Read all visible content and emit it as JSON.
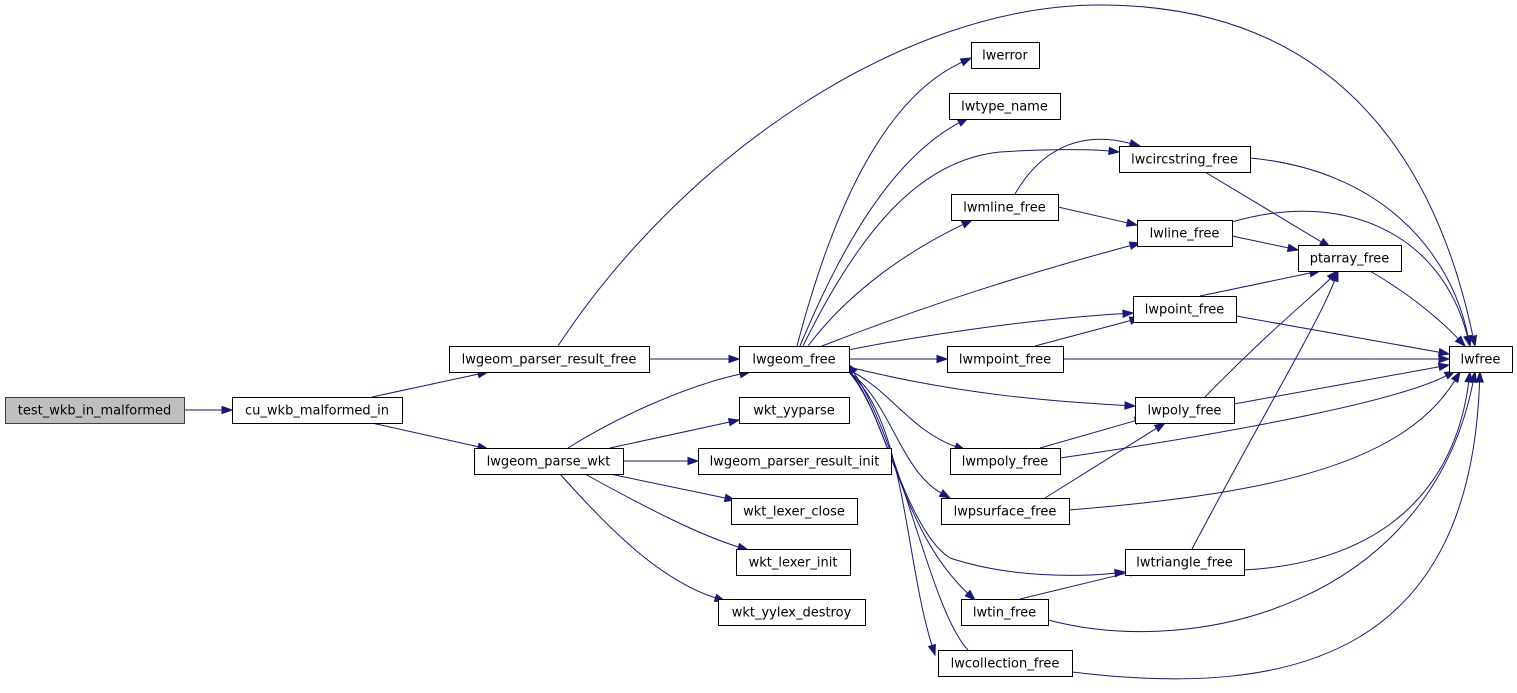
{
  "graph": {
    "nodes": [
      {
        "id": "test_wkb_in_malformed",
        "label": "test_wkb_in_malformed",
        "root": true
      },
      {
        "id": "cu_wkb_malformed_in",
        "label": "cu_wkb_malformed_in"
      },
      {
        "id": "lwgeom_parser_result_free",
        "label": "lwgeom_parser_result_free"
      },
      {
        "id": "lwgeom_parse_wkt",
        "label": "lwgeom_parse_wkt"
      },
      {
        "id": "lwgeom_free",
        "label": "lwgeom_free"
      },
      {
        "id": "wkt_yyparse",
        "label": "wkt_yyparse"
      },
      {
        "id": "lwgeom_parser_result_init",
        "label": "lwgeom_parser_result_init"
      },
      {
        "id": "wkt_lexer_close",
        "label": "wkt_lexer_close"
      },
      {
        "id": "wkt_lexer_init",
        "label": "wkt_lexer_init"
      },
      {
        "id": "wkt_yylex_destroy",
        "label": "wkt_yylex_destroy"
      },
      {
        "id": "lwerror",
        "label": "lwerror"
      },
      {
        "id": "lwtype_name",
        "label": "lwtype_name"
      },
      {
        "id": "lwmline_free",
        "label": "lwmline_free"
      },
      {
        "id": "lwmpoint_free",
        "label": "lwmpoint_free"
      },
      {
        "id": "lwmpoly_free",
        "label": "lwmpoly_free"
      },
      {
        "id": "lwpsurface_free",
        "label": "lwpsurface_free"
      },
      {
        "id": "lwtin_free",
        "label": "lwtin_free"
      },
      {
        "id": "lwcollection_free",
        "label": "lwcollection_free"
      },
      {
        "id": "lwcircstring_free",
        "label": "lwcircstring_free"
      },
      {
        "id": "lwline_free",
        "label": "lwline_free"
      },
      {
        "id": "lwpoint_free",
        "label": "lwpoint_free"
      },
      {
        "id": "lwpoly_free",
        "label": "lwpoly_free"
      },
      {
        "id": "lwtriangle_free",
        "label": "lwtriangle_free"
      },
      {
        "id": "ptarray_free",
        "label": "ptarray_free"
      },
      {
        "id": "lwfree",
        "label": "lwfree"
      }
    ],
    "edges": [
      [
        "test_wkb_in_malformed",
        "cu_wkb_malformed_in"
      ],
      [
        "cu_wkb_malformed_in",
        "lwgeom_parser_result_free"
      ],
      [
        "cu_wkb_malformed_in",
        "lwgeom_parse_wkt"
      ],
      [
        "lwgeom_parser_result_free",
        "lwgeom_free"
      ],
      [
        "lwgeom_parser_result_free",
        "lwfree"
      ],
      [
        "lwgeom_parse_wkt",
        "lwgeom_free"
      ],
      [
        "lwgeom_parse_wkt",
        "wkt_yyparse"
      ],
      [
        "lwgeom_parse_wkt",
        "lwgeom_parser_result_init"
      ],
      [
        "lwgeom_parse_wkt",
        "wkt_lexer_close"
      ],
      [
        "lwgeom_parse_wkt",
        "wkt_lexer_init"
      ],
      [
        "lwgeom_parse_wkt",
        "wkt_yylex_destroy"
      ],
      [
        "lwgeom_free",
        "lwerror"
      ],
      [
        "lwgeom_free",
        "lwtype_name"
      ],
      [
        "lwgeom_free",
        "lwcircstring_free"
      ],
      [
        "lwgeom_free",
        "lwmline_free"
      ],
      [
        "lwgeom_free",
        "lwline_free"
      ],
      [
        "lwgeom_free",
        "lwpoint_free"
      ],
      [
        "lwgeom_free",
        "lwmpoint_free"
      ],
      [
        "lwgeom_free",
        "lwpoly_free"
      ],
      [
        "lwgeom_free",
        "lwmpoly_free"
      ],
      [
        "lwgeom_free",
        "lwpsurface_free"
      ],
      [
        "lwgeom_free",
        "lwtriangle_free"
      ],
      [
        "lwgeom_free",
        "lwtin_free"
      ],
      [
        "lwgeom_free",
        "lwcollection_free"
      ],
      [
        "lwmline_free",
        "lwcircstring_free"
      ],
      [
        "lwmline_free",
        "lwline_free"
      ],
      [
        "lwmpoint_free",
        "lwpoint_free"
      ],
      [
        "lwmpoint_free",
        "lwfree"
      ],
      [
        "lwmpoly_free",
        "lwpoly_free"
      ],
      [
        "lwmpoly_free",
        "lwfree"
      ],
      [
        "lwpsurface_free",
        "lwpoly_free"
      ],
      [
        "lwpsurface_free",
        "lwfree"
      ],
      [
        "lwtin_free",
        "lwtriangle_free"
      ],
      [
        "lwtin_free",
        "lwfree"
      ],
      [
        "lwcollection_free",
        "lwgeom_free"
      ],
      [
        "lwcollection_free",
        "lwfree"
      ],
      [
        "lwcircstring_free",
        "ptarray_free"
      ],
      [
        "lwcircstring_free",
        "lwfree"
      ],
      [
        "lwline_free",
        "ptarray_free"
      ],
      [
        "lwline_free",
        "lwfree"
      ],
      [
        "lwpoint_free",
        "ptarray_free"
      ],
      [
        "lwpoint_free",
        "lwfree"
      ],
      [
        "lwpoly_free",
        "ptarray_free"
      ],
      [
        "lwpoly_free",
        "lwfree"
      ],
      [
        "lwtriangle_free",
        "ptarray_free"
      ],
      [
        "lwtriangle_free",
        "lwfree"
      ],
      [
        "ptarray_free",
        "lwfree"
      ]
    ]
  }
}
